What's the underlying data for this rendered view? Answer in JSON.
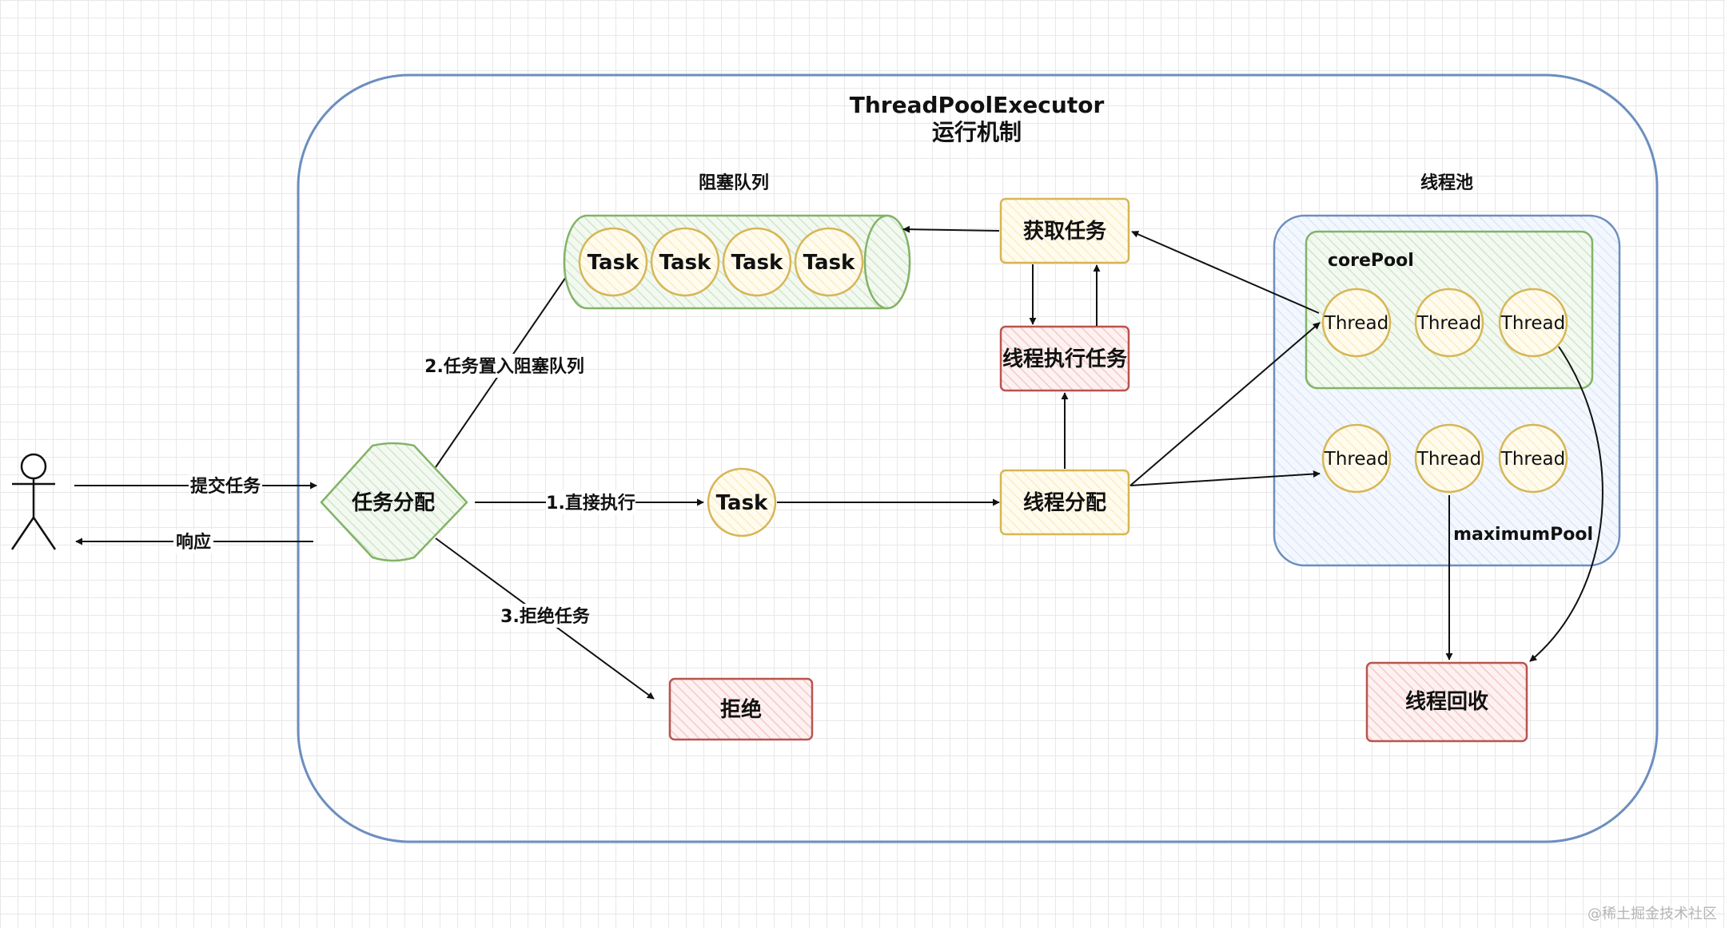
{
  "title": {
    "line1": "ThreadPoolExecutor",
    "line2": "运行机制"
  },
  "sections": {
    "blocking_queue": "阻塞队列",
    "thread_pool": "线程池",
    "core_pool": "corePool",
    "maximum_pool": "maximumPool"
  },
  "queue_tasks": [
    "Task",
    "Task",
    "Task",
    "Task"
  ],
  "nodes": {
    "dispatch": "任务分配",
    "direct_task": "Task",
    "fetch_task": "获取任务",
    "execute_task": "线程执行任务",
    "thread_assign": "线程分配",
    "reject": "拒绝",
    "recycle": "线程回收"
  },
  "core_threads": [
    "Thread",
    "Thread",
    "Thread"
  ],
  "max_threads": [
    "Thread",
    "Thread",
    "Thread"
  ],
  "edge_labels": {
    "submit": "提交任务",
    "respond": "响应",
    "direct": "1.直接执行",
    "enqueue": "2.任务置入阻塞队列",
    "reject": "3.拒绝任务"
  },
  "watermark": "@稀土掘金技术社区",
  "colors": {
    "container": "#6c8ebf",
    "green": "#82b366",
    "yellow": "#d6b656",
    "red": "#b85450",
    "green_fill": "#d5e8d4",
    "yellow_fill": "#fff2cc",
    "red_fill": "#f8cecc",
    "blue_fill": "#dae8fc"
  }
}
